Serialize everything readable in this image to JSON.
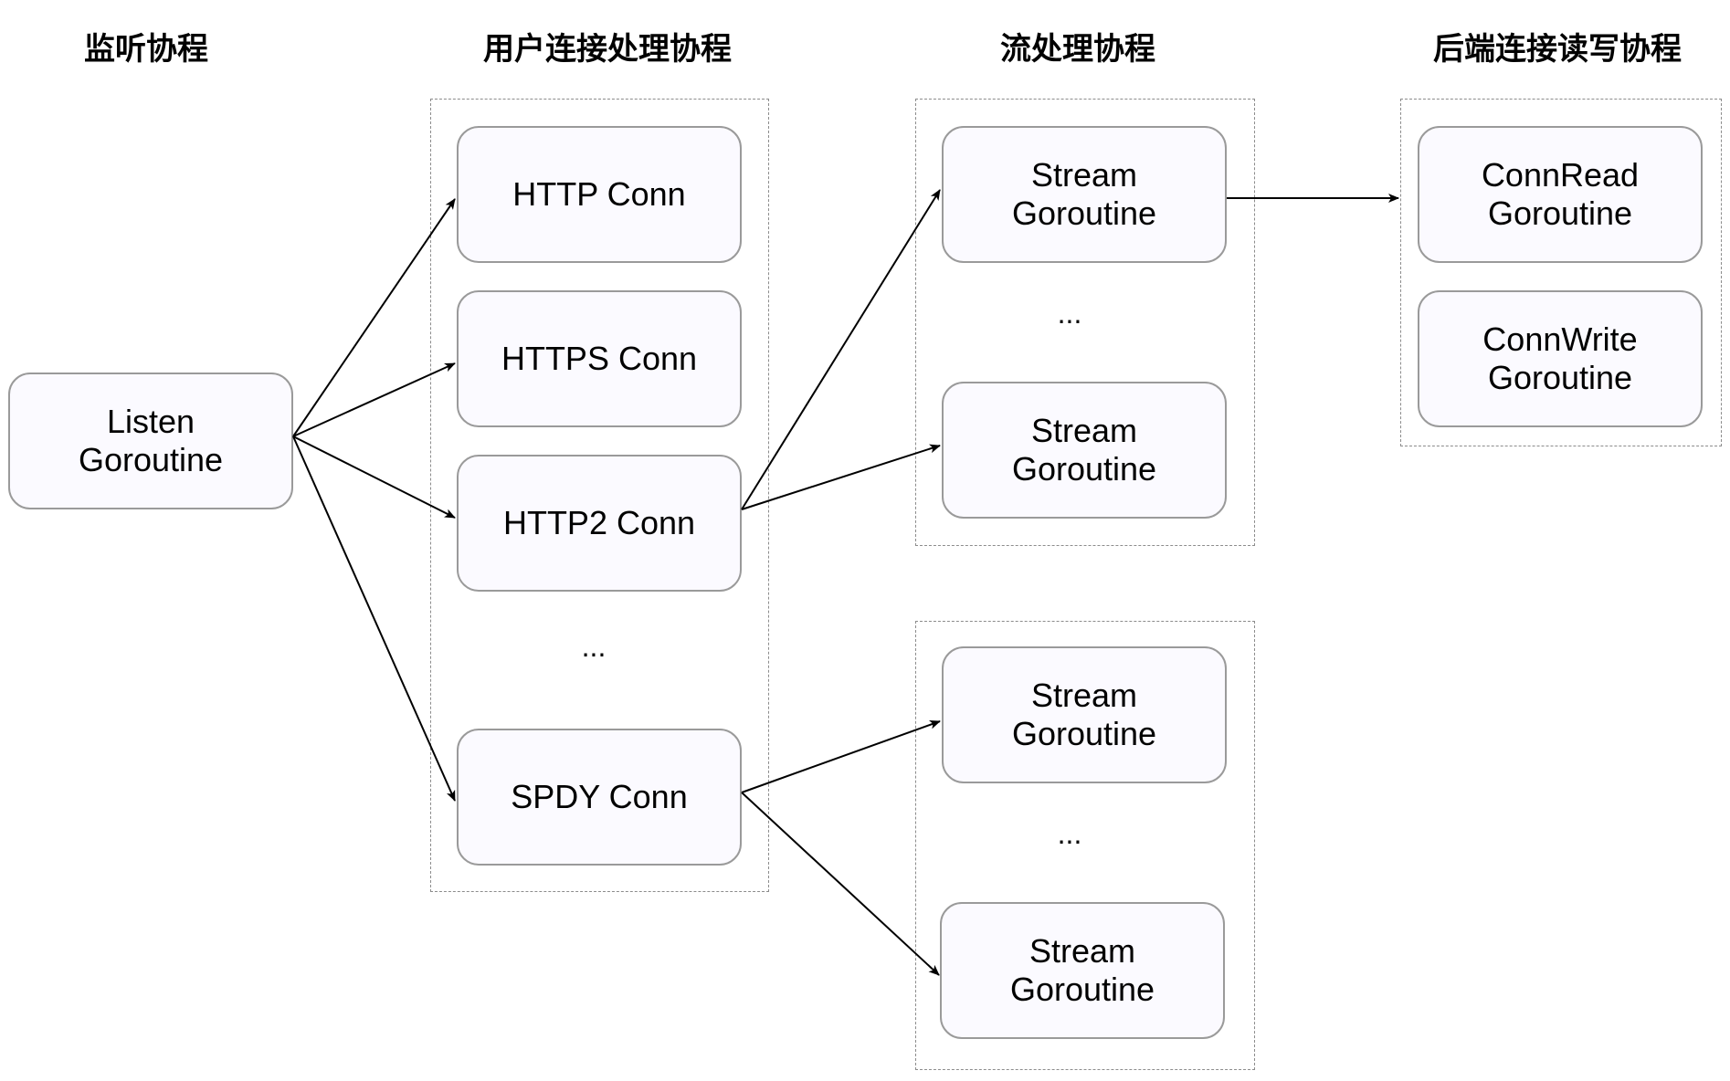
{
  "columns": {
    "listen": "监听协程",
    "conn": "用户连接处理协程",
    "stream": "流处理协程",
    "backend": "后端连接读写协程"
  },
  "nodes": {
    "listen": "Listen\nGoroutine",
    "http": "HTTP Conn",
    "https": "HTTPS Conn",
    "http2": "HTTP2 Conn",
    "spdy": "SPDY Conn",
    "s1": "Stream\nGoroutine",
    "s2": "Stream\nGoroutine",
    "s3": "Stream\nGoroutine",
    "s4": "Stream\nGoroutine",
    "connread": "ConnRead\nGoroutine",
    "connwrite": "ConnWrite\nGoroutine"
  },
  "ellipsis": "...",
  "edges": [
    [
      "listen",
      "http"
    ],
    [
      "listen",
      "https"
    ],
    [
      "listen",
      "http2"
    ],
    [
      "listen",
      "spdy"
    ],
    [
      "http2",
      "s1"
    ],
    [
      "http2",
      "s2"
    ],
    [
      "spdy",
      "s3"
    ],
    [
      "spdy",
      "s4"
    ],
    [
      "s1",
      "backend-group"
    ]
  ]
}
